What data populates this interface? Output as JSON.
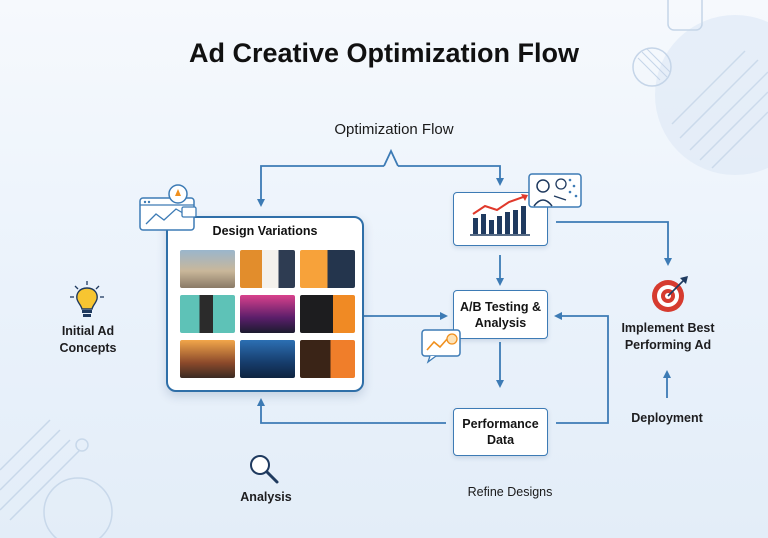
{
  "title": "Ad Creative Optimization Flow",
  "flow_label": "Optimization Flow",
  "design_variations": {
    "title": "Design Variations"
  },
  "ab_testing": {
    "line1": "A/B Testing &",
    "line2": "Analysis"
  },
  "performance_data": {
    "line1": "Performance",
    "line2": "Data"
  },
  "initial_concepts": {
    "line1": "Initial Ad",
    "line2": "Concepts"
  },
  "implement_best": {
    "line1": "Implement Best",
    "line2": "Performing Ad"
  },
  "deployment": "Deployment",
  "analysis": "Analysis",
  "refine_designs": "Refine Designs",
  "colors": {
    "arrow": "#3d7bb5",
    "accent_orange": "#f0901e",
    "target_red": "#d63b2f",
    "navy": "#1f3a5f"
  },
  "icons": [
    "lightbulb-icon",
    "target-icon",
    "magnifier-icon",
    "bar-chart-icon",
    "brainstorm-icon",
    "design-tools-icon",
    "chart-note-icon"
  ]
}
